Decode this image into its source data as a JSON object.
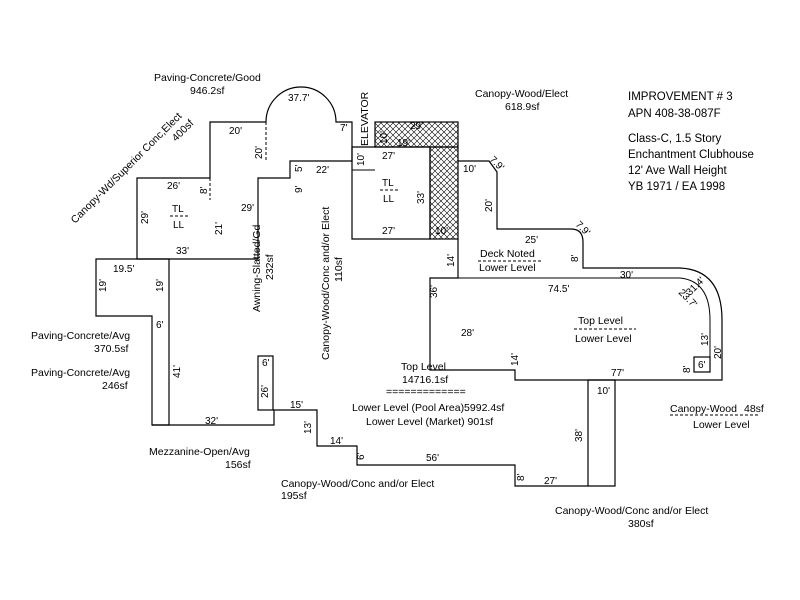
{
  "header": {
    "title": "IMPROVEMENT # 3",
    "apn": "APN 408-38-087F",
    "class_line": "Class-C, 1.5 Story",
    "name": "Enchantment Clubhouse",
    "wall_height": "12' Ave Wall Height",
    "year": "YB 1971 / EA 1998"
  },
  "areas": {
    "paving_good_label": "Paving-Concrete/Good",
    "paving_good_sf": "946.2sf",
    "canopy_wood_elect_top_label": "Canopy-Wood/Elect",
    "canopy_wood_elect_top_sf": "618.9sf",
    "canopy_superior_label": "Canopy-Wd/Superior Conc,Elect",
    "canopy_superior_sf": "400sf",
    "awning_label": "Awning-Slatted/Gd",
    "awning_sf": "232sf",
    "canopy_vert_label": "Canopy-Wood/Conc and/or Elect",
    "canopy_vert_sf": "110sf",
    "deck_noted": "Deck Noted",
    "deck_lower": "Lower Level",
    "top_level_right": "Top Level",
    "lower_level_right": "Lower Level",
    "paving_avg1_label": "Paving-Concrete/Avg",
    "paving_avg1_sf": "370.5sf",
    "paving_avg2_label": "Paving-Concrete/Avg",
    "paving_avg2_sf": "246sf",
    "summary_top_label": "Top Level",
    "summary_top_sf": "14716.1sf",
    "summary_rule": "=============",
    "summary_pool": "Lower Level (Pool Area)5992.4sf",
    "summary_market": "Lower Level (Market) 901sf",
    "canopy_wood_small_label": "Canopy-Wood",
    "canopy_wood_small_sf": "48sf",
    "canopy_wood_small_lower": "Lower Level",
    "mezzanine_label": "Mezzanine-Open/Avg",
    "mezzanine_sf": "156sf",
    "canopy_195_label": "Canopy-Wood/Conc and/or Elect",
    "canopy_195_sf": "195sf",
    "canopy_380_label": "Canopy-Wood/Conc and/or Elect",
    "canopy_380_sf": "380sf",
    "elevator": "ELEVATOR",
    "tl": "TL",
    "ll": "LL"
  },
  "dims": {
    "d37_7": "37.7'",
    "d20_a": "20'",
    "d20_b": "20'",
    "d7_a": "7'",
    "d10_a": "10'",
    "d29_a": "29'",
    "d19_a": "19'",
    "d27_a": "27'",
    "d10_b": "10'",
    "d5": "5'",
    "d22": "22'",
    "d26_a": "26'",
    "d8_a": "8'",
    "d9": "9'",
    "d29_b": "29'",
    "d29_c": "29'",
    "d21": "21'",
    "d33_a": "33'",
    "d33_b": "33'",
    "d27_b": "27'",
    "d10_c": "10'",
    "d10_d": "10'",
    "d7_9a": "7.9'",
    "d20_c": "20'",
    "d25": "25'",
    "d7_9b": "7.9'",
    "d8_b": "8'",
    "d14_a": "14'",
    "d30": "30'",
    "d31_4": "31.4'",
    "d23_7": "23.7'",
    "d74_5": "74.5'",
    "d36": "36'",
    "d28": "28'",
    "d14_b": "14'",
    "d13_a": "13'",
    "d20_d": "20'",
    "d8_c": "8'",
    "d6_a": "6'",
    "d77": "77'",
    "d10_e": "10'",
    "d38": "38'",
    "d19_5": "19.5'",
    "d19_b": "19'",
    "d19_c": "19'",
    "d6_b": "6'",
    "d41": "41'",
    "d32": "32'",
    "d6_c": "6'",
    "d26_b": "26'",
    "d15": "15'",
    "d13_b": "13'",
    "d14_c": "14'",
    "d6_d": "6'",
    "d56": "56'",
    "d8_d": "8'",
    "d27_c": "27'"
  }
}
